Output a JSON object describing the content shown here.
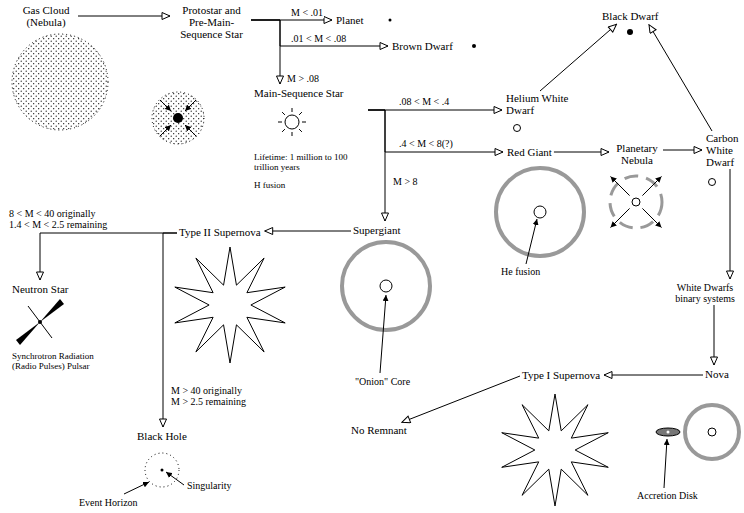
{
  "diagram": {
    "nodes": [
      {
        "text": [
          "Gas Cloud (Nebula)"
        ]
      },
      {
        "text": [
          "Protostar and Pre-Main-Sequence Star"
        ]
      },
      {
        "text": [
          "Planet"
        ]
      },
      {
        "text": [
          "Brown Dwarf"
        ]
      },
      {
        "text": [
          "Main-Sequence Star",
          "Lifetime: 1 million to 100 trillion years",
          "H fusion"
        ]
      },
      {
        "text": [
          "Black Dwarf"
        ]
      },
      {
        "text": [
          "Helium White Dwarf"
        ]
      },
      {
        "text": [
          "Red Giant"
        ]
      },
      {
        "text": [
          "Planetary Nebula"
        ]
      },
      {
        "text": [
          "Carbon White Dwarf"
        ]
      },
      {
        "text": [
          "Supergiant"
        ]
      },
      {
        "text": [
          "Type II Supernova"
        ]
      },
      {
        "text": [
          "Neutron Star",
          "Synchrotron Radiation (Radio Pulses) Pulsar"
        ]
      },
      {
        "text": [
          "White Dwarfs binary systems"
        ]
      },
      {
        "text": [
          "Nova"
        ]
      },
      {
        "text": [
          "Type I Supernova"
        ]
      },
      {
        "text": [
          "No Remnant"
        ]
      },
      {
        "text": [
          "Black Hole"
        ]
      }
    ],
    "edges": [
      {
        "from": 0,
        "to": 1,
        "arrow": "to"
      },
      {
        "from": 1,
        "to": 2,
        "label": "M < .01",
        "arrow": "to"
      },
      {
        "from": 1,
        "to": 3,
        "label": ".01 < M < .08",
        "arrow": "to"
      },
      {
        "from": 1,
        "to": 4,
        "label": "M > .08",
        "arrow": "to"
      },
      {
        "from": 4,
        "to": 6,
        "label": ".08 < M < .4",
        "arrow": "to"
      },
      {
        "from": 4,
        "to": 7,
        "label": ".4 < M < 8(?)",
        "arrow": "to"
      },
      {
        "from": 4,
        "to": 10,
        "label": "M > 8",
        "arrow": "to"
      },
      {
        "from": 6,
        "to": 5,
        "arrow": "to"
      },
      {
        "from": 7,
        "to": 8,
        "arrow": "to"
      },
      {
        "from": 8,
        "to": 9,
        "arrow": "to"
      },
      {
        "from": 9,
        "to": 5,
        "arrow": "to"
      },
      {
        "from": 9,
        "to": 13,
        "arrow": "to"
      },
      {
        "from": 13,
        "to": 14,
        "arrow": "to"
      },
      {
        "from": 14,
        "to": 15,
        "arrow": "to"
      },
      {
        "from": 15,
        "to": 16,
        "arrow": "to"
      },
      {
        "from": 10,
        "to": 11,
        "arrow": "to"
      },
      {
        "from": 11,
        "to": 12,
        "label": "8 < M < 40 originally 1.4 < M < 2.5 remaining",
        "arrow": "to"
      },
      {
        "from": 11,
        "to": 17,
        "label": "M > 40 originally M > 2.5 remaining",
        "arrow": "to"
      }
    ],
    "labels": [
      "He fusion",
      "\"Onion\" Core",
      "Accretion Disk",
      "Singularity",
      "Event Horizon"
    ]
  }
}
